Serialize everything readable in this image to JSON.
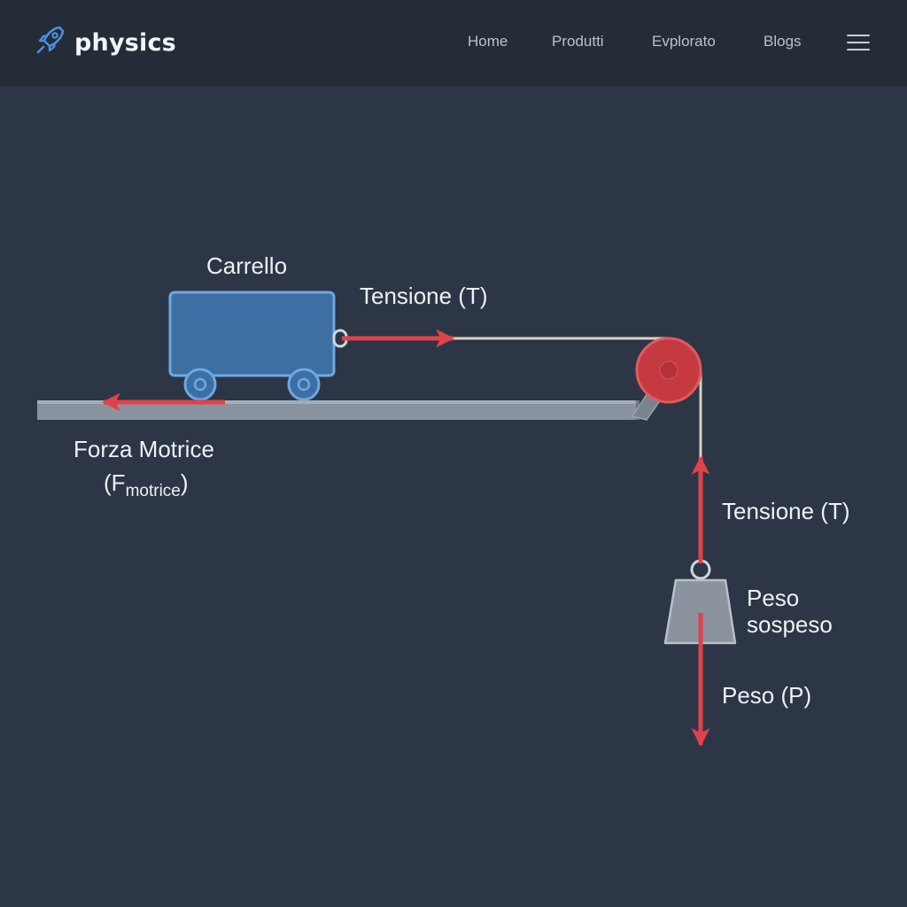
{
  "brand": {
    "name": "physics",
    "icon": "rocket-icon",
    "icon_color": "#4a8fe0"
  },
  "nav": {
    "items": [
      {
        "label": "Home"
      },
      {
        "label": "Produtti"
      },
      {
        "label": "Evplorato"
      },
      {
        "label": "Blogs"
      }
    ],
    "menu_icon": "hamburger-icon"
  },
  "diagram": {
    "cart_label": "Carrello",
    "tension_cart_label": "Tensione (T)",
    "driving_force_label": "Forza Motrice",
    "driving_force_symbol": "F",
    "driving_force_subscript": "motrice",
    "tension_weight_label": "Tensione (T)",
    "hanging_weight_label_line1": "Peso",
    "hanging_weight_label_line2": "sospeso",
    "weight_force_label": "Peso (P)"
  },
  "colors": {
    "background": "#2c3646",
    "navbar": "#242c38",
    "force_arrow": "#e0424a",
    "cart_fill": "#3d6fa3",
    "cart_stroke": "#6ea8e0",
    "pulley": "#c43a40",
    "rope": "#d8d4c2",
    "weight": "#8a939e"
  }
}
